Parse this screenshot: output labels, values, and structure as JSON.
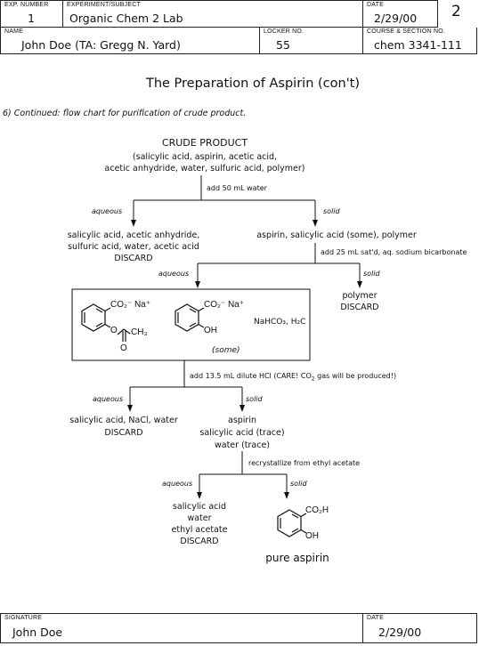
{
  "header": {
    "exp_number_label": "EXP. NUMBER",
    "exp_number": "1",
    "subject_label": "EXPERIMENT/SUBJECT",
    "subject": "Organic Chem 2 Lab",
    "date_label": "DATE",
    "date": "2/29/00",
    "page_number": "2",
    "name_label": "NAME",
    "name": "John Doe (TA: Gregg N. Yard)",
    "locker_label": "LOCKER NO.",
    "locker": "55",
    "course_label": "COURSE & SECTION NO.",
    "course": "chem 3341-111"
  },
  "title": "The Preparation of Aspirin (con't)",
  "intro": "6) Continued: flow chart for purification of crude product.",
  "flow": {
    "crude_title": "CRUDE PRODUCT",
    "crude_line1": "(salicylic acid, aspirin, acetic acid,",
    "crude_line2": "acetic anhydride, water, sulfuric acid, polymer)",
    "step1": "add 50 mL water",
    "aqueous1": "aqueous",
    "solid1": "solid",
    "aq1_line1": "salicylic acid, acetic anhydride,",
    "aq1_line2": "sulfuric acid, water, acetic acid",
    "aq1_line3": "DISCARD",
    "solid1_text": "aspirin, salicylic acid (some), polymer",
    "step2": "add 25 mL sat'd, aq. sodium bicarbonate",
    "aqueous2": "aqueous",
    "solid2": "solid",
    "polymer": "polymer",
    "polymer_discard": "DISCARD",
    "box_naco": "NaHCO₃, H₂C",
    "box_some": "(some)",
    "chem_co2na_1": "CO₂⁻ Na⁺",
    "chem_ch3": "CH₃",
    "chem_o_ring": "O",
    "chem_o_carbonyl": "O",
    "chem_co2na_2": "CO₂⁻ Na⁺",
    "chem_oh_1": "OH",
    "step3_a": "add 13.5 mL dilute HCl (CARE! CO",
    "step3_sub": "2",
    "step3_b": " gas will be produced!)",
    "aqueous3": "aqueous",
    "solid3": "solid",
    "aq3_line1": "salicylic acid, NaCl, water",
    "aq3_line2": "DISCARD",
    "solid3_line1": "aspirin",
    "solid3_line2": "salicylic acid (trace)",
    "solid3_line3": "water (trace)",
    "step4": "recrystallize from ethyl acetate",
    "aqueous4": "aqueous",
    "solid4": "solid",
    "aq4_line1": "salicylic acid",
    "aq4_line2": "water",
    "aq4_line3": "ethyl acetate",
    "aq4_line4": "DISCARD",
    "chem_co2h": "CO₂H",
    "chem_oh_2": "OH",
    "pure": "pure aspirin"
  },
  "footer": {
    "signature_label": "SIGNATURE",
    "signature": "John Doe",
    "date_label": "DATE",
    "date": "2/29/00"
  }
}
